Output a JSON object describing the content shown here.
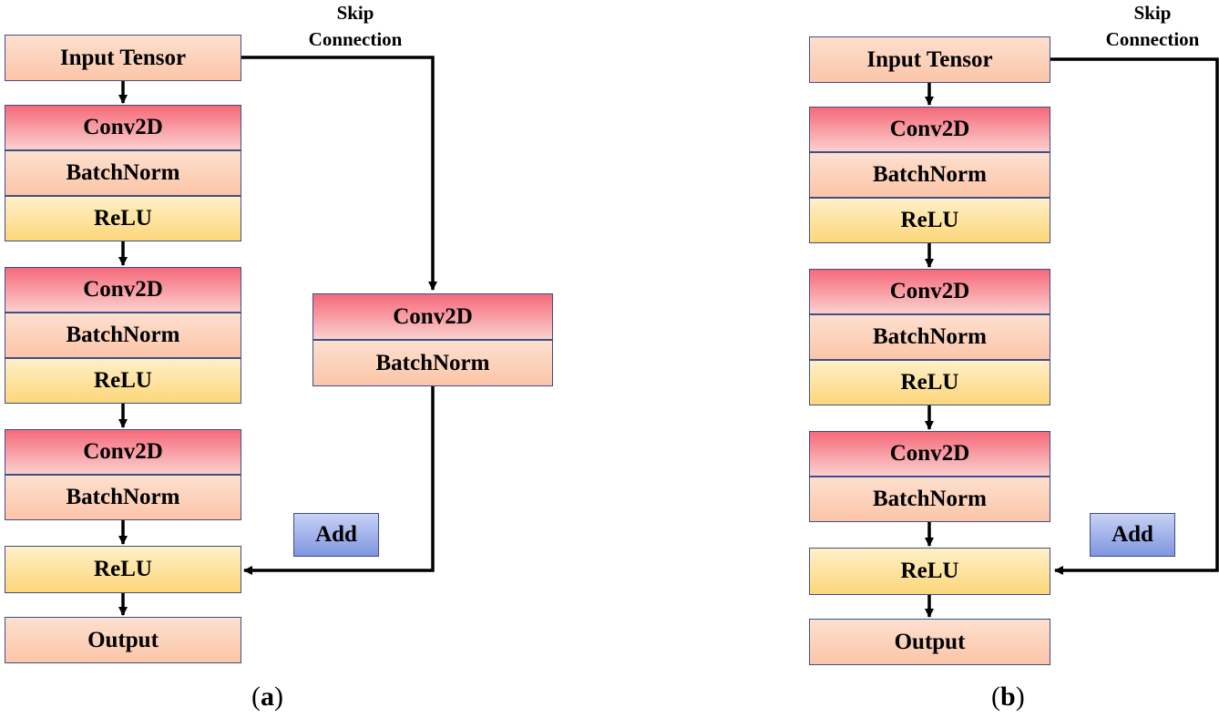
{
  "diagram_a": {
    "skip_label_line1": "Skip",
    "skip_label_line2": "Connection",
    "input": "Input Tensor",
    "block1": {
      "conv": "Conv2D",
      "bn": "BatchNorm",
      "relu": "ReLU"
    },
    "block2": {
      "conv": "Conv2D",
      "bn": "BatchNorm",
      "relu": "ReLU"
    },
    "block3": {
      "conv": "Conv2D",
      "bn": "BatchNorm"
    },
    "final_relu": "ReLU",
    "output": "Output",
    "skip_conv": "Conv2D",
    "skip_bn": "BatchNorm",
    "add": "Add",
    "caption_open": "(",
    "caption_letter": "a",
    "caption_close": ")"
  },
  "diagram_b": {
    "skip_label_line1": "Skip",
    "skip_label_line2": "Connection",
    "input": "Input Tensor",
    "block1": {
      "conv": "Conv2D",
      "bn": "BatchNorm",
      "relu": "ReLU"
    },
    "block2": {
      "conv": "Conv2D",
      "bn": "BatchNorm",
      "relu": "ReLU"
    },
    "block3": {
      "conv": "Conv2D",
      "bn": "BatchNorm"
    },
    "final_relu": "ReLU",
    "output": "Output",
    "add": "Add",
    "caption_open": "(",
    "caption_letter": "b",
    "caption_close": ")"
  },
  "colors": {
    "peach": "#fbc5a8",
    "red": "#f56a7a",
    "yellow": "#fcd67a",
    "blue": "#7f95e0",
    "border": "#3f4f86",
    "line": "#000000"
  }
}
